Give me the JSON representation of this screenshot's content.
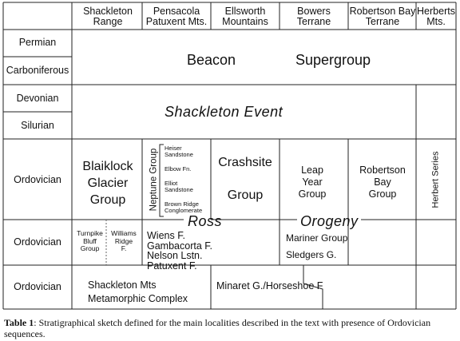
{
  "columns": [
    "Shackleton Range",
    "Pensacola Patuxent Mts.",
    "Ellsworth Mountains",
    "Bowers Terrane",
    "Robertson Bay Terrane",
    "Herberts Mts."
  ],
  "column_lines": [
    [
      "Shackleton",
      "Range"
    ],
    [
      "Pensacola",
      "Patuxent Mts."
    ],
    [
      "Ellsworth",
      "Mountains"
    ],
    [
      "Bowers",
      "Terrane"
    ],
    [
      "Robertson Bay",
      "Terrane"
    ],
    [
      "Herberts",
      "Mts."
    ]
  ],
  "periods": {
    "permian": "Permian",
    "carboniferous": "Carboniferous",
    "devonian": "Devonian",
    "silurian": "Silurian",
    "ordovician_1": "Ordovician",
    "ordovician_2": "Ordovician",
    "ordovician_3": "Ordovician"
  },
  "units": {
    "beacon": "Beacon",
    "supergroup": "Supergroup",
    "shackleton_event": "Shackleton Event",
    "blaiklock": [
      "Blaiklock",
      "Glacier",
      "Group"
    ],
    "neptune_group": "Neptune Group",
    "neptune_members": {
      "heiser": [
        "Heiser",
        "Sandstone"
      ],
      "elbow": [
        "Elbow Fn."
      ],
      "elliot": [
        "Elliot",
        "Sandstone"
      ],
      "brown_ridge": [
        "Brown Ridge",
        "Conglomerate"
      ]
    },
    "crashsite": "Crashsite",
    "crashsite_group": "Group",
    "leap_year": [
      "Leap",
      "Year",
      "Group"
    ],
    "robertson_bay": [
      "Robertson",
      "Bay",
      "Group"
    ],
    "herbert_series": "Herbert Series",
    "ross": "Ross",
    "orogeny": "Orogeny",
    "turnpike": [
      "Turnpike",
      "Bluff",
      "Group"
    ],
    "williams": [
      "Williams",
      "Ridge",
      "F."
    ],
    "wiens": [
      "Wiens F.",
      "Gambacorta F.",
      "Nelson  Lstn.",
      "Patuxent F."
    ],
    "mariner": "Mariner Group",
    "sledgers": "Sledgers G.",
    "shackleton_mts": [
      "Shackleton Mts",
      "Metamorphic Complex"
    ],
    "minaret": "Minaret G./Horseshoe F"
  },
  "caption": {
    "label": "Table 1",
    "text": ":  Stratigraphical sketch defined for the main localities described in the text with presence of Ordovician sequences."
  },
  "colors": {
    "line": "#222222",
    "dotted": "#666666"
  }
}
